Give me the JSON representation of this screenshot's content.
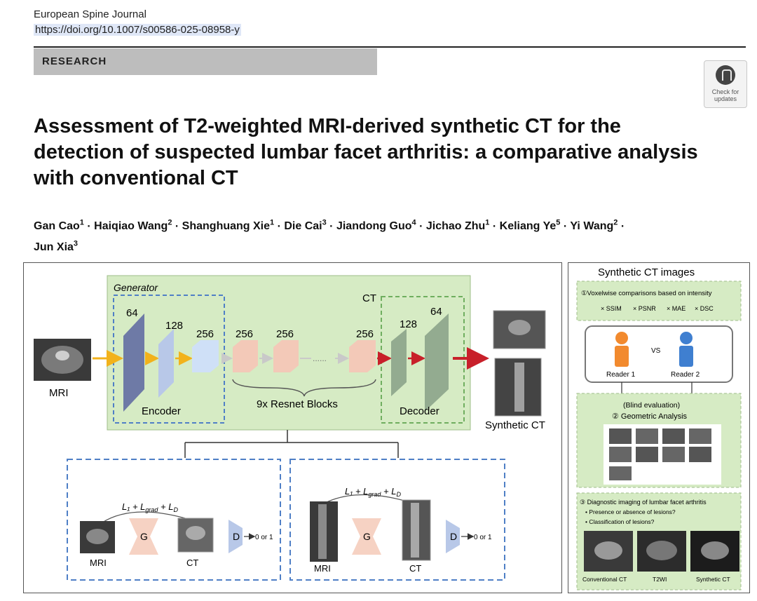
{
  "header": {
    "journal": "European Spine Journal",
    "doi": "https://doi.org/10.1007/s00586-025-08958-y",
    "section": "RESEARCH",
    "check_updates": [
      "Check for",
      "updates"
    ]
  },
  "article": {
    "title": "Assessment of T2-weighted MRI-derived synthetic CT for the detection of suspected lumbar facet arthritis: a comparative analysis with conventional CT",
    "authors": [
      {
        "name": "Gan Cao",
        "aff": "1"
      },
      {
        "name": "Haiqiao Wang",
        "aff": "2"
      },
      {
        "name": "Shanghuang Xie",
        "aff": "1"
      },
      {
        "name": "Die Cai",
        "aff": "3"
      },
      {
        "name": "Jiandong Guo",
        "aff": "4"
      },
      {
        "name": "Jichao Zhu",
        "aff": "1"
      },
      {
        "name": "Keliang Ye",
        "aff": "5"
      },
      {
        "name": "Yi Wang",
        "aff": "2"
      },
      {
        "name": "Jun Xia",
        "aff": "3"
      }
    ]
  },
  "figure_left": {
    "generator": "Generator",
    "ct": "CT",
    "mri": "MRI",
    "encoder": "Encoder",
    "decoder": "Decoder",
    "resnet": "9x Resnet Blocks",
    "synthetic_ct": "Synthetic CT",
    "dims": {
      "c64": "64",
      "c128": "128",
      "c256": "256",
      "dots": "......"
    },
    "loss": "L₁ + L",
    "loss_grad": "grad",
    "loss_plus": " + L",
    "loss_d": "D",
    "g": "G",
    "d": "D",
    "zero_or_one": "0 or 1",
    "sub_mri": "MRI",
    "sub_ct": "CT"
  },
  "figure_right": {
    "title": "Synthetic CT images",
    "step1": "①Voxelwise comparisons based on intensity",
    "metrics": [
      "× SSIM",
      "× PSNR",
      "× MAE",
      "× DSC"
    ],
    "vs": "VS",
    "reader1": "Reader 1",
    "reader2": "Reader 2",
    "blind": "(Blind evaluation)",
    "step2": "② Geometric Analysis",
    "step3": "③ Diagnostic imaging of lumbar facet arthritis",
    "q1": "• Presence or absence of lesions?",
    "q2": "• Classification of lesions?",
    "img_labels": [
      "Conventional CT",
      "T2WI",
      "Synthetic CT"
    ]
  },
  "colors": {
    "green_box": "#d6ebc4",
    "encoder_dark": "#6e7aa6",
    "encoder_light": "#b8c8e8",
    "resnet": "#f3c9b8",
    "decoder": "#93ab90",
    "arrow_yellow": "#f2b21b",
    "arrow_red": "#c8202a",
    "reader1": "#f28a2e",
    "reader2": "#3f7fd0"
  }
}
